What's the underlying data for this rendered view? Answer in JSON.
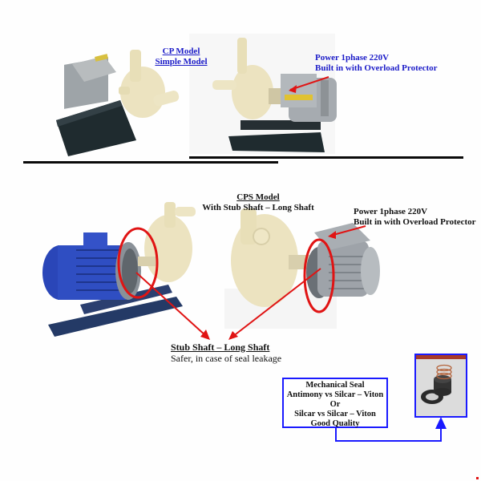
{
  "top_section": {
    "cp_model": {
      "title": "CP Model",
      "subtitle": "Simple Model"
    },
    "power_note": {
      "line1": "Power 1phase 220V",
      "line2": "Built in with Overload Protector"
    }
  },
  "bottom_section": {
    "cps_model": {
      "title": "CPS Model",
      "subtitle": "With Stub Shaft – Long Shaft"
    },
    "power_note": {
      "line1": "Power 1phase 220V",
      "line2": "Built in with Overload Protector"
    },
    "shaft_note": {
      "title": "Stub Shaft – Long Shaft",
      "description": "Safer, in case of seal leakage"
    },
    "seal_box": {
      "line1": "Mechanical Seal",
      "line2": "Antimony vs Silcar – Viton",
      "line3": "Or",
      "line4": "Silcar vs Silcar – Viton",
      "line5": "Good Quality"
    }
  },
  "images": {
    "cp_pump_left": "cp-model-pump-photo",
    "cp_pump_right": "cp-model-pump-with-1phase-motor-photo",
    "cps_pump_blue": "cps-model-pump-blue-motor-photo",
    "cps_pump_grey": "cps-model-pump-grey-motor-photo",
    "mechanical_seal": "mechanical-seal-photo"
  },
  "colors": {
    "annotation_blue": "#1c1cc8",
    "box_border": "#1a1aff",
    "arrow_red": "#e01414",
    "divider": "#0a0a0a",
    "pump_body": "#ece3c0",
    "blue_motor": "#2a46b8",
    "grey_motor": "#9a9ea6",
    "base_frame": "#1e2a30"
  }
}
